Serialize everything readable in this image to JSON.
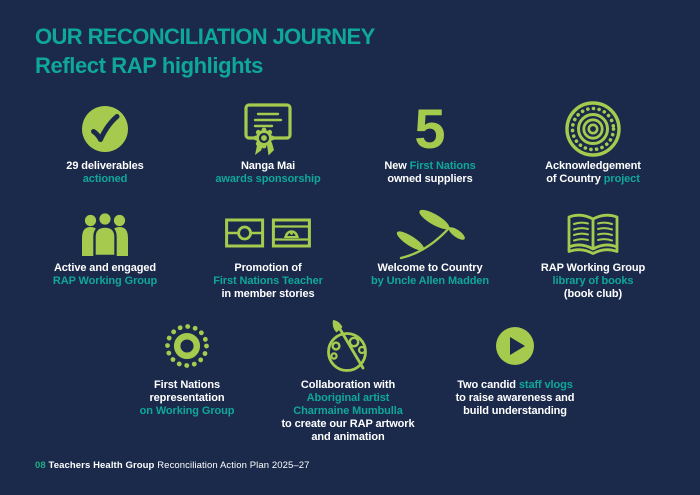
{
  "colors": {
    "background": "#1B2A4B",
    "teal": "#0FA79B",
    "lime": "#A5CA4E",
    "white": "#FFFFFF",
    "footer_number_green": "#1CAE84"
  },
  "header": {
    "title": "OUR RECONCILIATION JOURNEY",
    "subtitle": "Reflect RAP highlights"
  },
  "icons": {
    "deliverables": "check-circle-icon",
    "nanga_mai": "certificate-award-icon",
    "suppliers": "big-number-5",
    "acknowledgement": "concentric-dot-circles-icon",
    "working_group": "people-group-icon",
    "promotion": "aboriginal-and-torres-strait-flags-icon",
    "welcome": "eucalyptus-leaves-icon",
    "library": "open-book-icon",
    "representation": "dot-ring-icon",
    "collaboration": "paint-palette-brush-icon",
    "vlogs": "play-button-icon"
  },
  "items": {
    "deliverables": {
      "l1": "29 deliverables",
      "l2": "actioned"
    },
    "nanga_mai": {
      "l1": "Nanga Mai",
      "l2": "awards sponsorship"
    },
    "suppliers": {
      "number": "5",
      "l1a": "New ",
      "l1b": "First Nations",
      "l2": "owned suppliers"
    },
    "acknowledgement": {
      "l1": "Acknowledgement",
      "l2a": "of Country ",
      "l2b": "project"
    },
    "working_group": {
      "l1": "Active and engaged",
      "l2": "RAP Working Group"
    },
    "promotion": {
      "l1": "Promotion of",
      "l2": "First Nations Teacher",
      "l3": "in member stories"
    },
    "welcome": {
      "l1": "Welcome to Country",
      "l2": "by Uncle Allen Madden"
    },
    "library": {
      "l1": "RAP Working Group",
      "l2": "library of books",
      "l3": "(book club)"
    },
    "representation": {
      "l1": "First Nations",
      "l2": "representation",
      "l3": "on Working Group"
    },
    "collaboration": {
      "l1": "Collaboration with",
      "l2": "Aboriginal artist",
      "l3": "Charmaine Mumbulla",
      "l4": "to create our RAP artwork",
      "l5": "and animation"
    },
    "vlogs": {
      "l1a": "Two candid ",
      "l1b": "staff vlogs",
      "l2": "to raise awareness and",
      "l3": "build understanding"
    }
  },
  "footer": {
    "page_number": "08",
    "brand": "Teachers Health Group",
    "rest": "Reconciliation Action Plan 2025–27"
  }
}
